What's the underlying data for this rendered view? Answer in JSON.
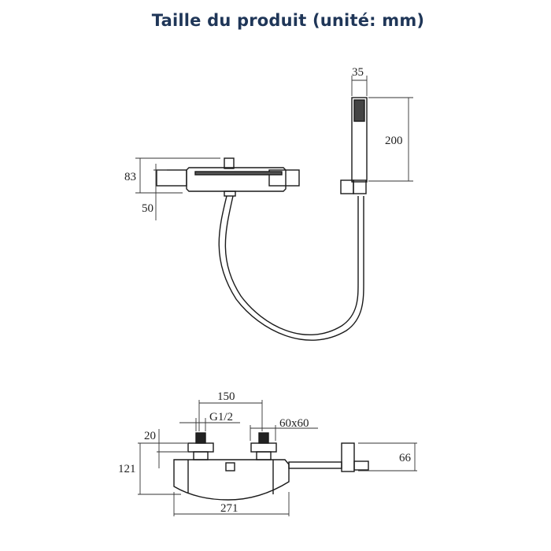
{
  "title": "Taille du produit (unité: mm)",
  "colors": {
    "title": "#1f3658",
    "lines": "#1a1a1a",
    "dimension_lines": "#333333"
  },
  "top_view": {
    "dimensions": {
      "handshower_width": "35",
      "handshower_length": "200",
      "mixer_height": "83",
      "mixer_body_height": "50"
    }
  },
  "front_view": {
    "dimensions": {
      "inlet_spacing": "150",
      "thread": "G1/2",
      "nut_size": "60x60",
      "nut_height": "20",
      "total_height": "121",
      "width": "271",
      "holder_height": "66"
    }
  }
}
